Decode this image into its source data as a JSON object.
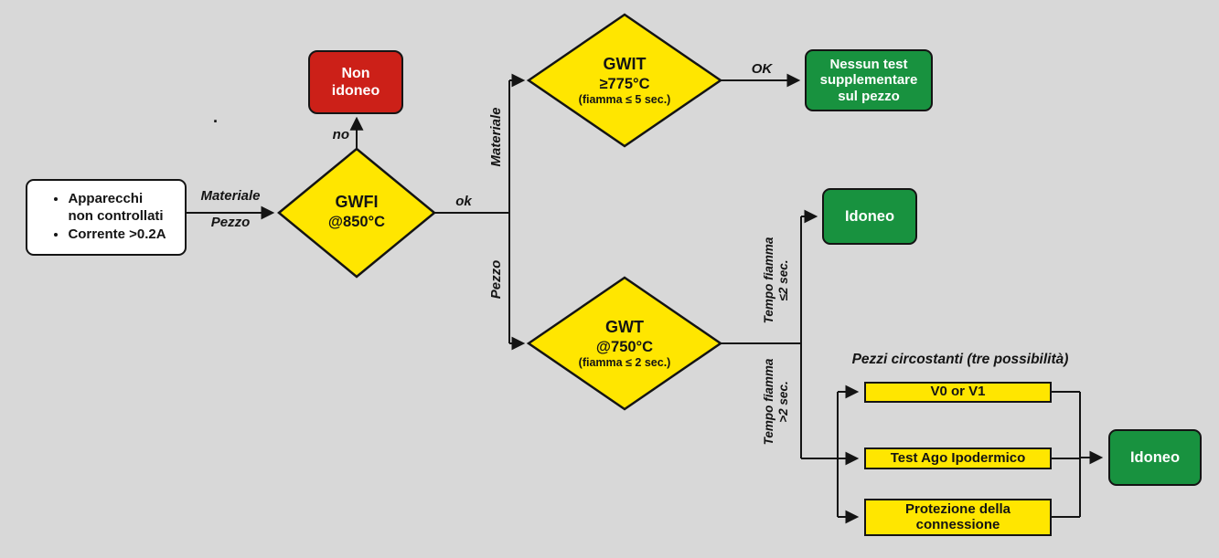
{
  "colors": {
    "background": "#d8d8d8",
    "diamond_yellow": "#ffe600",
    "fail_red": "#cc2018",
    "pass_green": "#18923f",
    "box_white": "#ffffff",
    "line_black": "#141414"
  },
  "nodes": {
    "start": {
      "items": [
        "Apparecchi\nnon controllati",
        "Corrente >0.2A"
      ]
    },
    "gwfi": {
      "line1": "GWFI",
      "line2": "@850°C"
    },
    "non_idoneo": {
      "label": "Non\nidoneo"
    },
    "gwit": {
      "line1": "GWIT",
      "line2": "≥775°C",
      "line3": "(fiamma ≤ 5 sec.)"
    },
    "nessun_test": {
      "label": "Nessun test\nsupplementare\nsul pezzo"
    },
    "gwt": {
      "line1": "GWT",
      "line2": "@750°C",
      "line3": "(fiamma ≤ 2 sec.)"
    },
    "idoneo_top": {
      "label": "Idoneo"
    },
    "idoneo_bottom": {
      "label": "Idoneo"
    },
    "options": {
      "heading": "Pezzi circostanti (tre possibilità)",
      "items": [
        "V0 or V1",
        "Test Ago Ipodermico",
        "Protezione della\nconnessione"
      ]
    }
  },
  "edges": {
    "entry_line1": "Materiale",
    "entry_line2": "Pezzo",
    "no": "no",
    "ok": "ok",
    "ok_upper": "OK",
    "branch_materiale": "Materiale",
    "branch_pezzo": "Pezzo",
    "tempo_le2": "Tempo fiamma\n≤2 sec.",
    "tempo_gt2": "Tempo fiamma\n>2 sec."
  },
  "misc": {
    "stray_dot": "."
  }
}
